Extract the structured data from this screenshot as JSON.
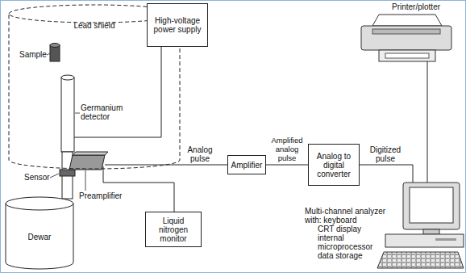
{
  "diagram": {
    "nodes": [
      {
        "text": [
          "Lead shield"
        ]
      },
      {
        "text": [
          "High-voltage power supply"
        ]
      },
      {
        "text": [
          "Dewar"
        ]
      },
      {
        "text": [
          "Liquid nitrogen monitor"
        ]
      },
      {
        "text": [
          "Amplifier"
        ]
      },
      {
        "text": [
          "Analog to digital converter"
        ]
      }
    ],
    "edges": [
      {
        "from": 4,
        "to": 5,
        "arrow": "none",
        "label": "Amplified analog pulse"
      }
    ],
    "labels": [
      "Printer/plotter",
      "Sample",
      "Germanium detector",
      "Sensor",
      "Preamplifier",
      "Analog pulse",
      "Digitized pulse",
      "Multi-channel analyzer",
      "with: keyboard",
      "CRT display",
      "internal microprocessor",
      "data storage"
    ]
  }
}
